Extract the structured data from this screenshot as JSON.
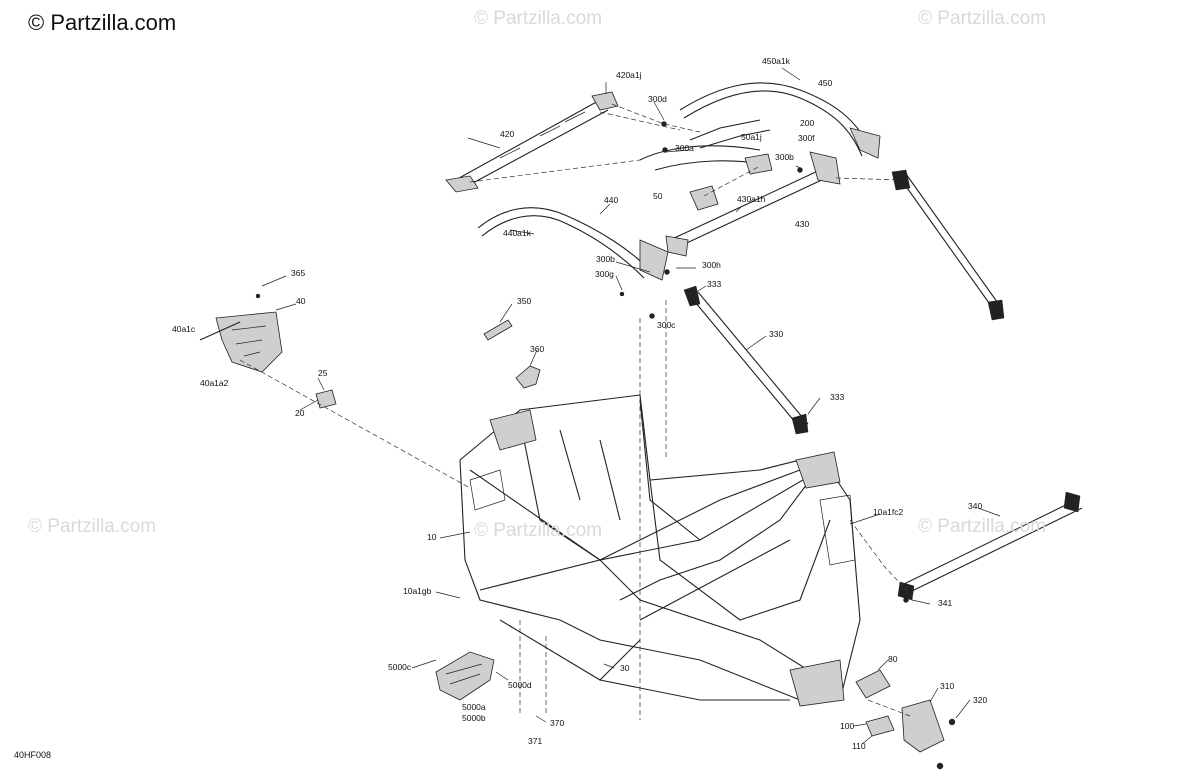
{
  "watermarks": {
    "main": "© Partzilla.com",
    "faded": "© Partzilla.com"
  },
  "diagram_ref": "40HF008",
  "labels": {
    "p420a1j": "420a1j",
    "p450a1k": "450a1k",
    "p450": "450",
    "p300d": "300d",
    "p420": "420",
    "p200": "200",
    "p50a1j": "50a1j",
    "p300f": "300f",
    "p300a": "300a",
    "p300b_top": "300b",
    "p50": "50",
    "p430a1h": "430a1h",
    "p440": "440",
    "p430": "430",
    "p440a1k": "440a1k",
    "p365": "365",
    "p300b_mid": "300b",
    "p300h": "300h",
    "p300g": "300g",
    "p333_top": "333",
    "p40": "40",
    "p350": "350",
    "p300c": "300c",
    "p40a1c": "40a1c",
    "p330": "330",
    "p360": "360",
    "p25": "25",
    "p40a1a2": "40a1a2",
    "p20": "20",
    "p333_bottom": "333",
    "p340": "340",
    "p10a1fc2": "10a1fc2",
    "p10": "10",
    "p10a1gb": "10a1gb",
    "p341": "341",
    "p80": "80",
    "p5000c": "5000c",
    "p30": "30",
    "p310": "310",
    "p5000d": "5000d",
    "p320": "320",
    "p5000a": "5000a",
    "p5000b": "5000b",
    "p370": "370",
    "p100": "100",
    "p371": "371",
    "p110": "110"
  }
}
